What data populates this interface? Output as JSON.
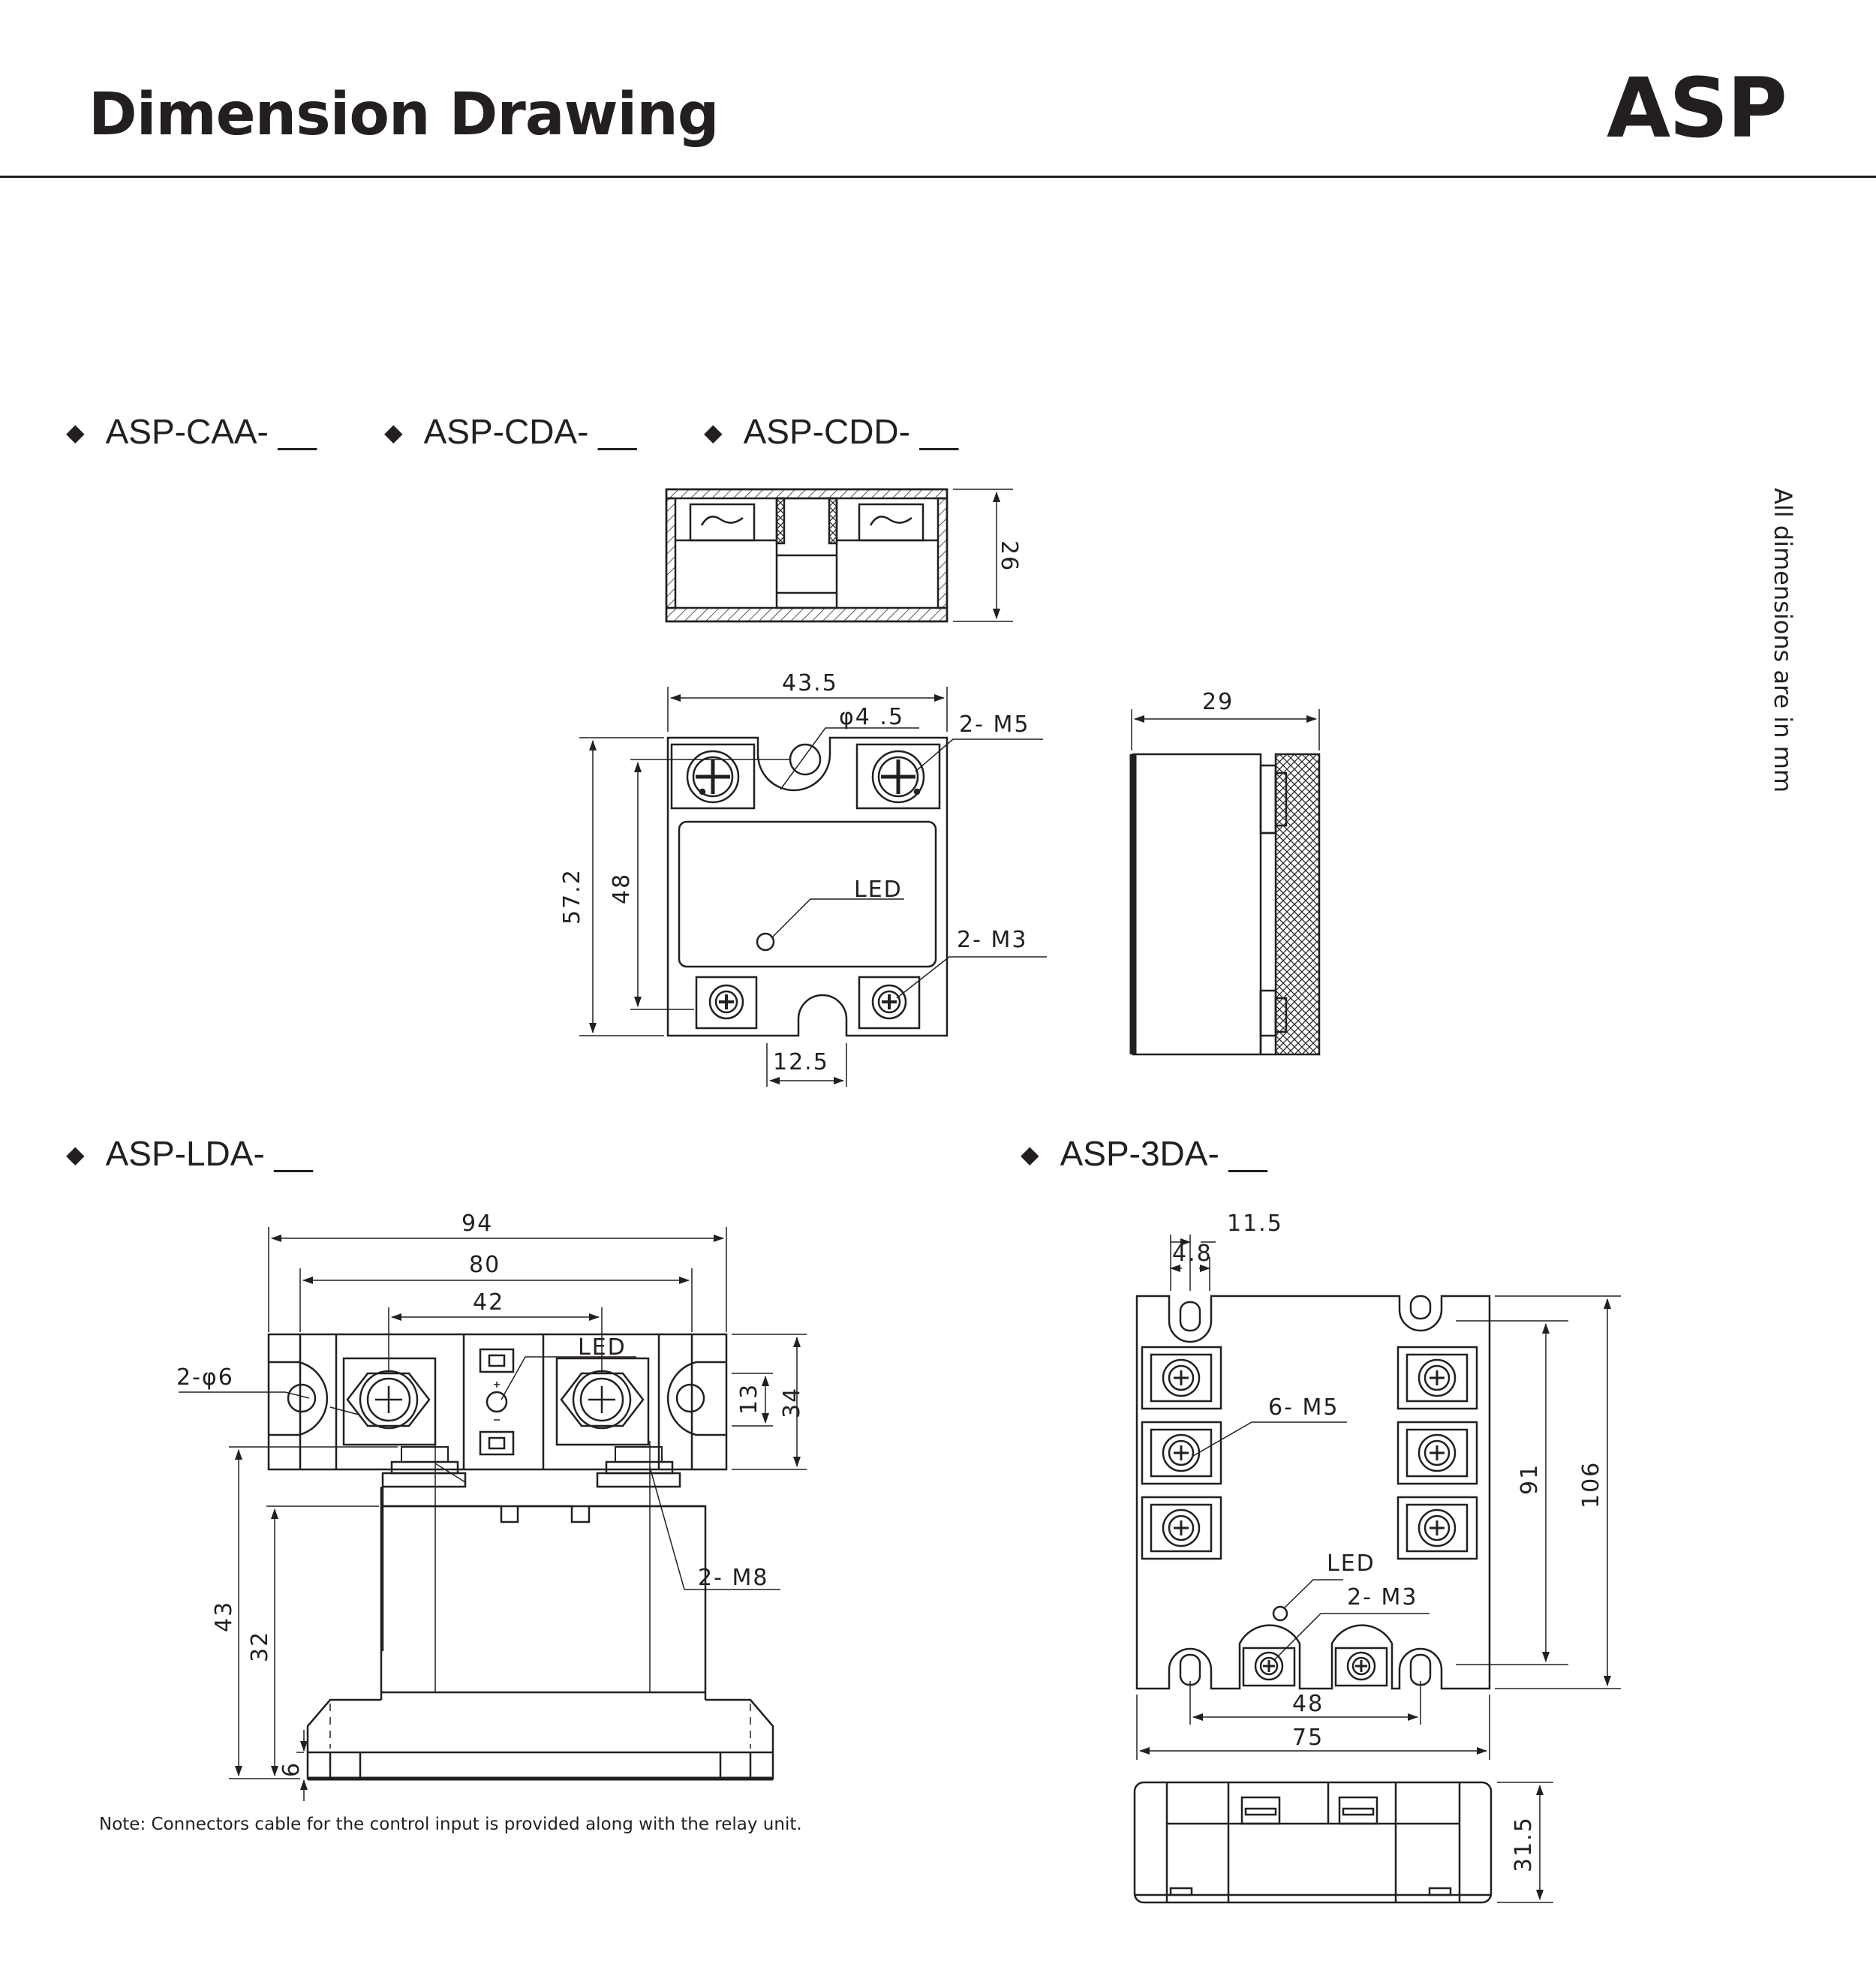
{
  "page": {
    "title": "Dimension Drawing",
    "brand": "ASP",
    "units_note": "All dimensions are in mm",
    "note": "Note: Connectors cable for the control input is provided along with the relay unit."
  },
  "sections": {
    "caa": "ASP-CAA- __",
    "cda": "ASP-CDA- __",
    "cdd": "ASP-CDD- __",
    "lda": "ASP-LDA- __",
    "tda": "ASP-3DA- __"
  },
  "dims": {
    "single": {
      "side_height": "26",
      "width": "43.5",
      "hole_dia": "φ4 .5",
      "power_terminals": "2- M5",
      "height": "57.2",
      "hole_pitch": "48",
      "led": "LED",
      "control_terminals": "2- M3",
      "slot_width": "12.5",
      "depth": "29"
    },
    "lda": {
      "overall_length": "94",
      "hole_pitch": "80",
      "terminal_pitch": "42",
      "mount_holes": "2-φ6",
      "led": "LED",
      "hole_offset": "13",
      "width": "34",
      "terminals": "2- M8",
      "overall_height": "43",
      "body_height": "32",
      "base_height": "6"
    },
    "tda": {
      "slot_offset": "11.5",
      "slot_width": "4.8",
      "power_terminals": "6- M5",
      "hole_pitch_v": "91",
      "height": "106",
      "led": "LED",
      "control_terminals": "2- M3",
      "hole_pitch_h": "48",
      "width": "75",
      "depth": "31.5"
    }
  }
}
